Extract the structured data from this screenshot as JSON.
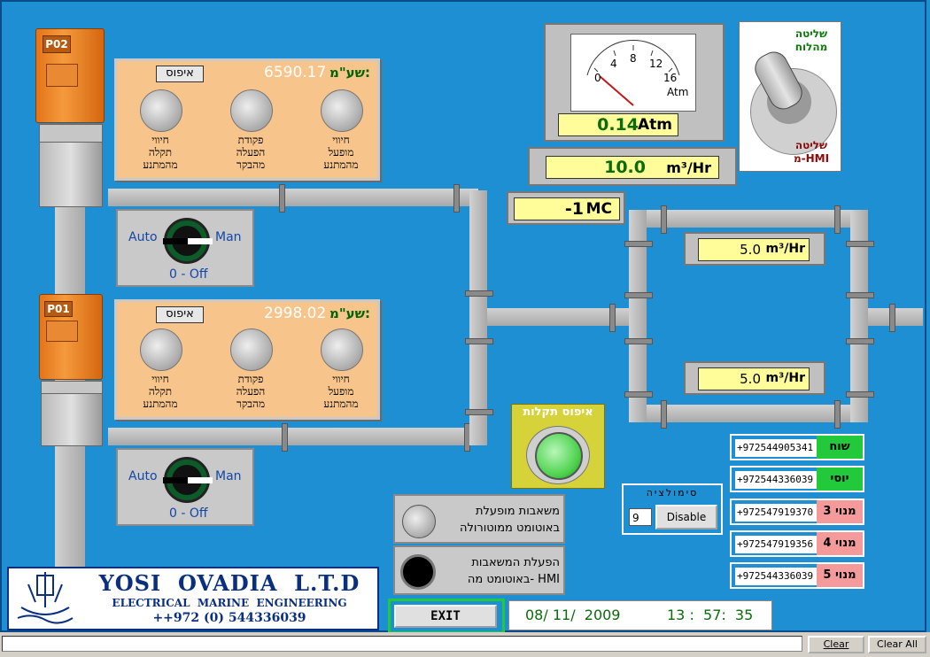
{
  "motors": [
    {
      "id": "P02"
    },
    {
      "id": "P01"
    }
  ],
  "pump_panels": [
    {
      "reset_label": "איפוס",
      "hours_value": "6590.17",
      "hours_label": "שע\"מ:",
      "lamps": [
        "חיווי\nתקלה\nמהמתנע",
        "פקודת\nהפעלה\nמהבקר",
        "חיווי\nמופעל\nמהמתנע"
      ]
    },
    {
      "reset_label": "איפוס",
      "hours_value": "2998.02",
      "hours_label": "שע\"מ:",
      "lamps": [
        "חיווי\nתקלה\nמהמתנע",
        "פקודת\nהפעלה\nמהבקר",
        "חיווי\nמופעל\nמהמתנע"
      ]
    }
  ],
  "selectors": [
    {
      "auto": "Auto",
      "man": "Man",
      "off": "0 - Off"
    },
    {
      "auto": "Auto",
      "man": "Man",
      "off": "0 - Off"
    }
  ],
  "gauge": {
    "ticks": [
      "0",
      "4",
      "8",
      "12",
      "16"
    ],
    "unit": "Atm",
    "value": "0.14",
    "value_unit": "Atm",
    "needle_fraction": 0.01
  },
  "flow_main": {
    "value": "10.0",
    "unit": "m³/Hr"
  },
  "mc": {
    "value": "-1",
    "unit": "MC"
  },
  "flow_loop_top": {
    "value": "5.0",
    "unit": "m³/Hr"
  },
  "flow_loop_bottom": {
    "value": "5.0",
    "unit": "m³/Hr"
  },
  "control_switch": {
    "top_label": "שליטה\nמהלוח",
    "bottom_label": "שליטה\nמ-HMI"
  },
  "fault_reset": {
    "title": "איפוס תקלות"
  },
  "status_lamps": [
    {
      "text": "משאבות מופעלת\nבאוטומט ממוטורולה"
    },
    {
      "text": "הפעלת המשאבות\nבאוטומט מה- HMI"
    }
  ],
  "simulation": {
    "title": "סימולציה",
    "value": "9",
    "button": "Disable"
  },
  "contacts": [
    {
      "phone": "+972544905341",
      "name": "שוח",
      "color": "#22c93a"
    },
    {
      "phone": "+972544336039",
      "name": "יוסי",
      "color": "#22c93a"
    },
    {
      "phone": "+972547919370",
      "name": "מנוי 3",
      "color": "#f59a9a"
    },
    {
      "phone": "+972547919356",
      "name": "מנוי 4",
      "color": "#f59a9a"
    },
    {
      "phone": "+972544336039",
      "name": "מנוי 5",
      "color": "#f59a9a"
    }
  ],
  "logo": {
    "line1": "YOSI  OVADIA  L.T.D",
    "line2": "ELECTRICAL  MARINE  ENGINEERING",
    "line3": "++972 (0) 544336039"
  },
  "exit_button": "EXIT",
  "datetime": {
    "date": "08/ 11/  2009",
    "time": "13 :  57:  35"
  },
  "statusbar": {
    "clear": "Clear",
    "clear_all": "Clear All"
  }
}
